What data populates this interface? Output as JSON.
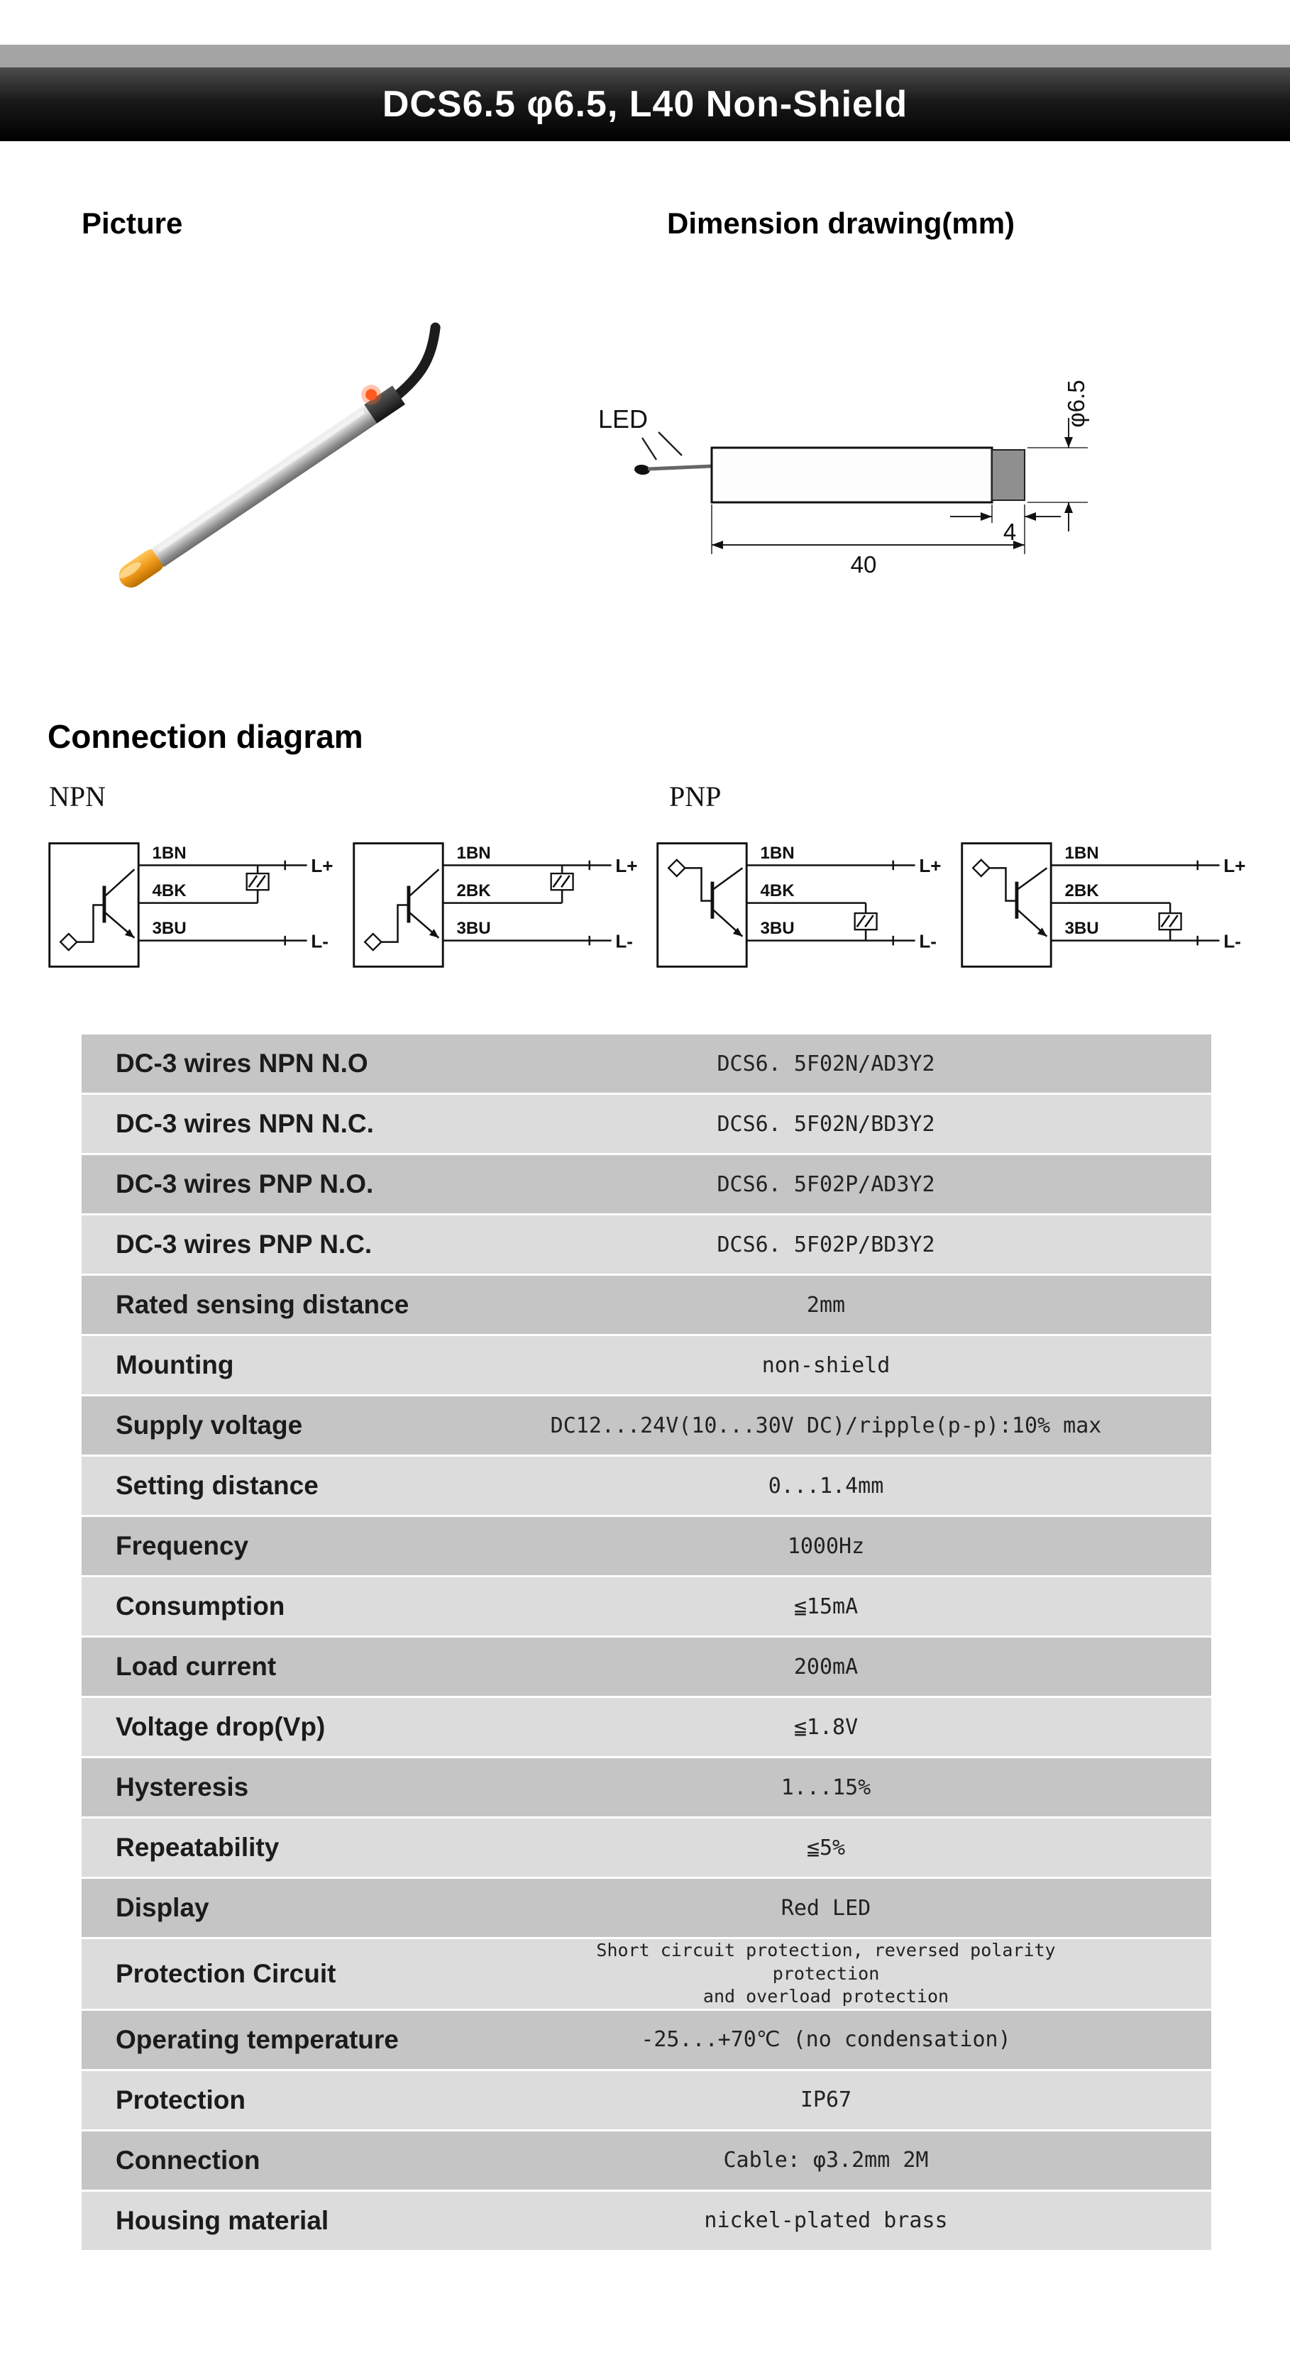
{
  "page": {
    "title": "DCS6.5  φ6.5, L40  Non-Shield"
  },
  "sections": {
    "picture_heading": "Picture",
    "dimension_heading": "Dimension drawing(mm)",
    "connection_heading": "Connection diagram"
  },
  "dimension_drawing": {
    "led_label": "LED",
    "diameter": "φ6.5",
    "tip_len": "4",
    "body_len": "40"
  },
  "connection": {
    "npn_label": "NPN",
    "pnp_label": "PNP",
    "diagrams": [
      {
        "wires": [
          "1BN",
          "4BK",
          "3BU"
        ],
        "plus": "L+",
        "minus": "L-"
      },
      {
        "wires": [
          "1BN",
          "2BK",
          "3BU"
        ],
        "plus": "L+",
        "minus": "L-"
      },
      {
        "wires": [
          "1BN",
          "4BK",
          "3BU"
        ],
        "plus": "L+",
        "minus": "L-"
      },
      {
        "wires": [
          "1BN",
          "2BK",
          "3BU"
        ],
        "plus": "L+",
        "minus": "L-"
      }
    ]
  },
  "specs": {
    "rows": [
      {
        "label": "DC-3 wires NPN N.O",
        "value": "DCS6. 5F02N/AD3Y2"
      },
      {
        "label": "DC-3 wires NPN N.C.",
        "value": "DCS6. 5F02N/BD3Y2"
      },
      {
        "label": "DC-3 wires PNP N.O.",
        "value": "DCS6. 5F02P/AD3Y2"
      },
      {
        "label": "DC-3 wires PNP N.C.",
        "value": "DCS6. 5F02P/BD3Y2"
      },
      {
        "label": "Rated sensing distance",
        "value": "2mm"
      },
      {
        "label": "Mounting",
        "value": "non-shield"
      },
      {
        "label": "Supply voltage",
        "value": "DC12...24V(10...30V DC)/ripple(p-p):10% max"
      },
      {
        "label": "Setting distance",
        "value": "0...1.4mm"
      },
      {
        "label": "Frequency",
        "value": "1000Hz"
      },
      {
        "label": "Consumption",
        "value": "≦15mA"
      },
      {
        "label": "Load current",
        "value": "200mA"
      },
      {
        "label": "Voltage drop(Vp)",
        "value": "≦1.8V"
      },
      {
        "label": "Hysteresis",
        "value": "1...15%"
      },
      {
        "label": "Repeatability",
        "value": "≦5%"
      },
      {
        "label": "Display",
        "value": "Red LED"
      },
      {
        "label": "Protection Circuit",
        "value": "Short circuit protection, reversed polarity protection\nand overload protection"
      },
      {
        "label": "Operating temperature",
        "value": "-25...+70℃ (no condensation)"
      },
      {
        "label": "Protection",
        "value": "IP67"
      },
      {
        "label": "Connection",
        "value": "Cable: φ3.2mm 2M"
      },
      {
        "label": "Housing material",
        "value": "nickel-plated brass"
      }
    ]
  }
}
